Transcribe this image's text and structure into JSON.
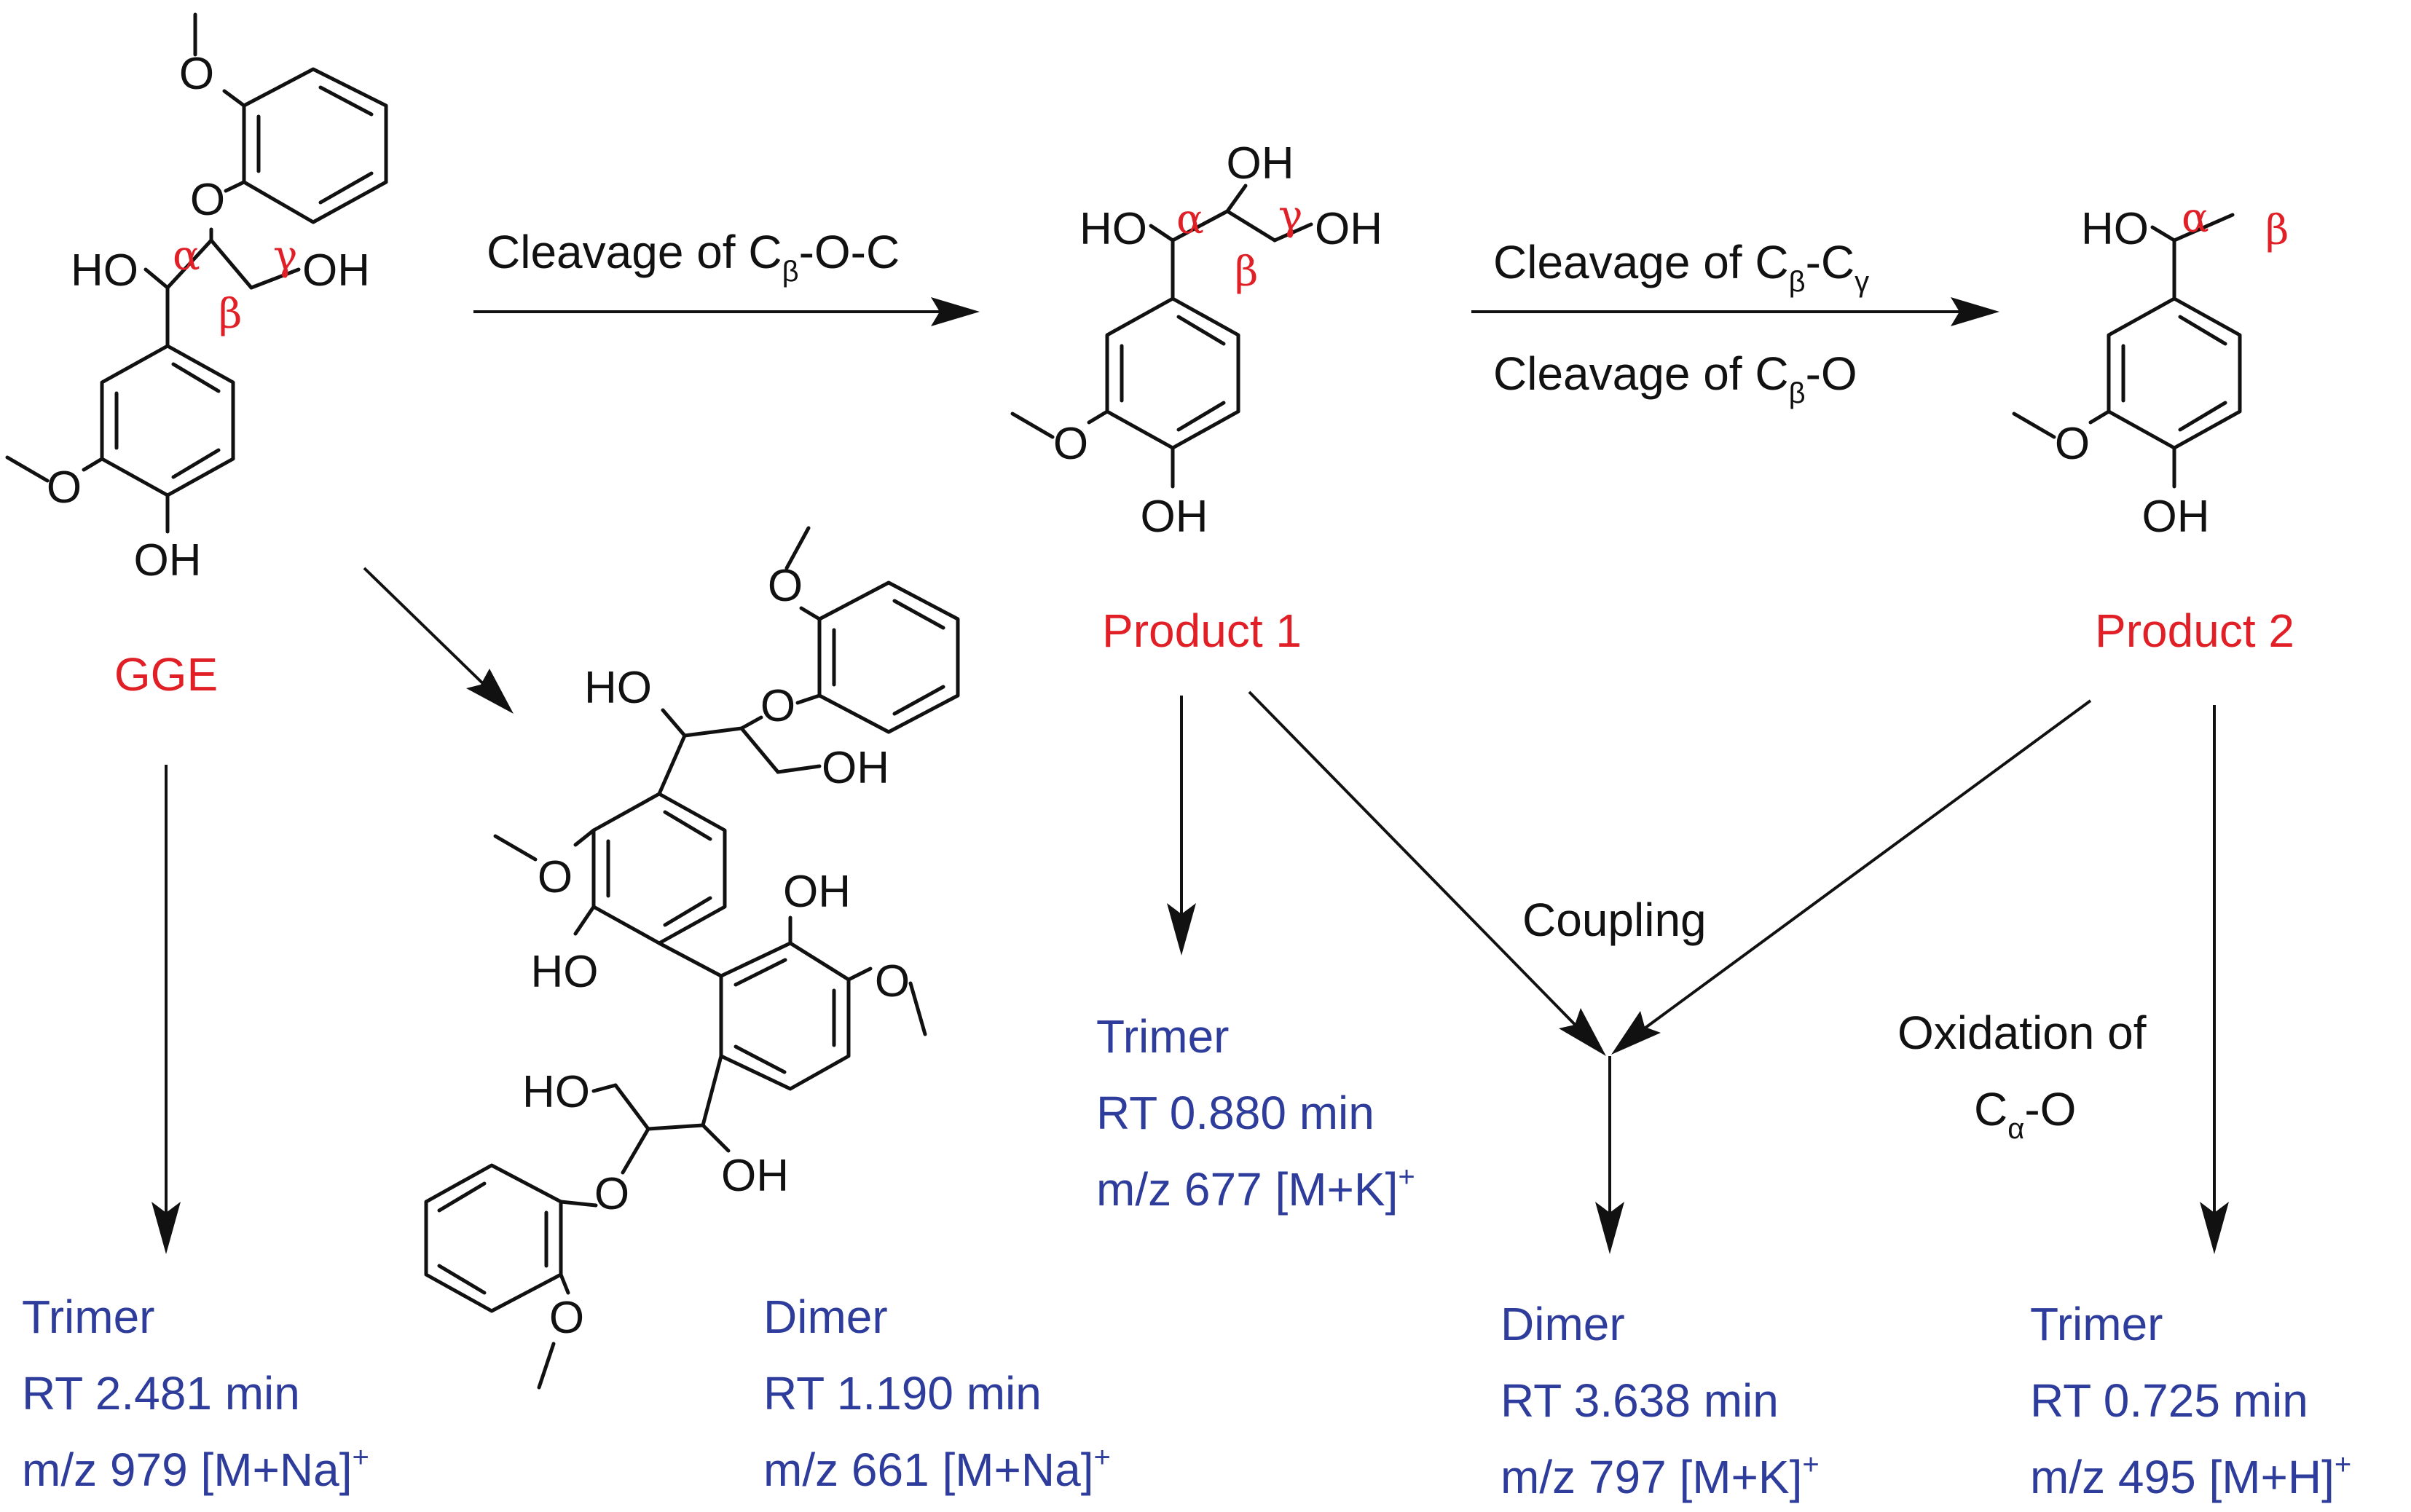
{
  "colors": {
    "compound_red": "#e02026",
    "data_blue": "#2e3d9b",
    "ink": "#111111"
  },
  "atoms": {
    "OH": "OH",
    "HO": "HO",
    "O": "O"
  },
  "greek": {
    "alpha": "α",
    "beta": "β",
    "gamma": "γ"
  },
  "compounds": {
    "gge": "GGE",
    "product1": "Product 1",
    "product2": "Product 2"
  },
  "reactions": {
    "r1": {
      "pre": "Cleavage of C",
      "sub": "β",
      "post": "-O-C"
    },
    "r2a": {
      "pre": "Cleavage of C",
      "sub1": "β",
      "mid": "-C",
      "sub2": "γ"
    },
    "r2b": {
      "pre": "Cleavage of C",
      "sub": "β",
      "post": "-O"
    },
    "coupling": "Coupling",
    "oxidation": {
      "line1": "Oxidation of",
      "pre": "C",
      "sub": "α",
      "post": "-O"
    }
  },
  "results": {
    "gge_trimer": {
      "name": "Trimer",
      "rt": "RT 2.481 min",
      "mz": "m/z 979 [M+Na]",
      "charge": "+"
    },
    "dimer1": {
      "name": "Dimer",
      "rt": "RT 1.190 min",
      "mz": "m/z 661 [M+Na]",
      "charge": "+"
    },
    "p1_trimer": {
      "name": "Trimer",
      "rt": "RT 0.880 min",
      "mz": "m/z 677 [M+K]",
      "charge": "+"
    },
    "coupled_dimer": {
      "name": "Dimer",
      "rt": "RT 3.638 min",
      "mz": "m/z 797 [M+K]",
      "charge": "+"
    },
    "p2_trimer": {
      "name": "Trimer",
      "rt": "RT 0.725 min",
      "mz": "m/z 495 [M+H]",
      "charge": "+"
    }
  }
}
